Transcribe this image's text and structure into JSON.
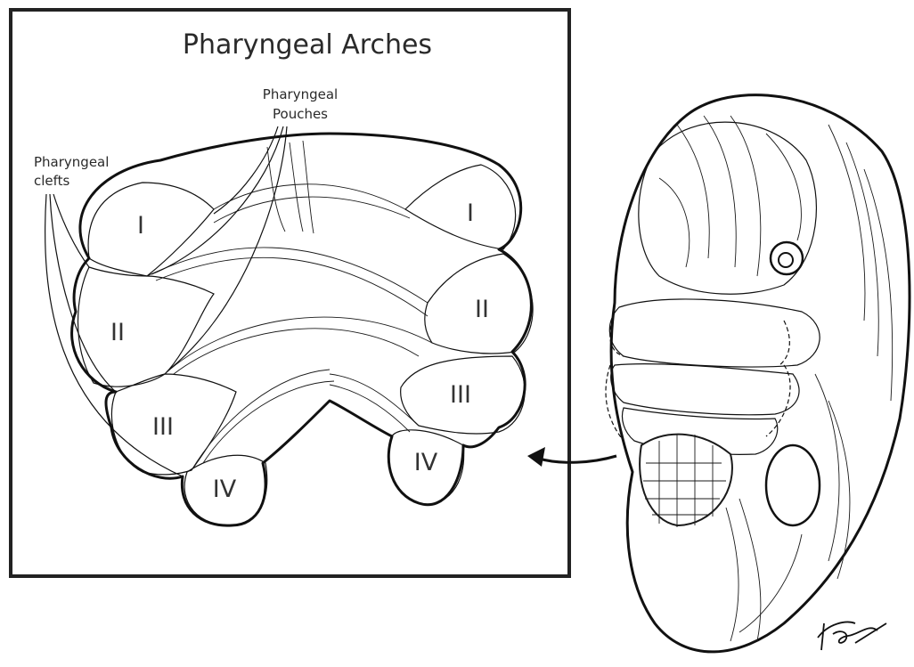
{
  "title": "Pharyngeal Arches",
  "labels": {
    "pouches_line1": "Pharyngeal",
    "pouches_line2": "Pouches",
    "clefts_line1": "Pharyngeal",
    "clefts_line2": "clefts"
  },
  "arches_left": [
    "I",
    "II",
    "III",
    "IV"
  ],
  "arches_right": [
    "I",
    "II",
    "III",
    "IV"
  ],
  "signature_text": "BCox"
}
